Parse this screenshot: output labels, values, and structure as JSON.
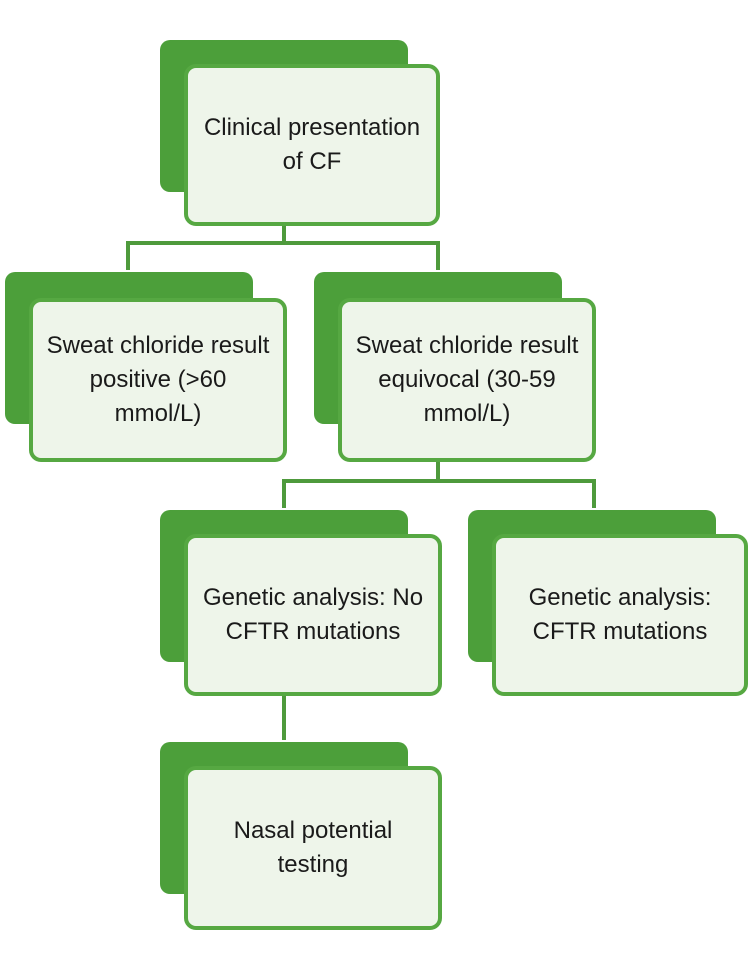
{
  "colors": {
    "accent": "#4c9f3a",
    "box_fill": "#eef5ea",
    "border": "#56a842",
    "connector": "#4e9a3c"
  },
  "nodes": {
    "clinical": {
      "label": "Clinical presentation of CF"
    },
    "sweat_positive": {
      "label": "Sweat chloride result positive (>60 mmol/L)"
    },
    "sweat_equivocal": {
      "label": "Sweat chloride result equivocal (30-59 mmol/L)"
    },
    "genetic_no": {
      "label": "Genetic analysis: No CFTR mutations"
    },
    "genetic_yes": {
      "label": "Genetic analysis: CFTR mutations"
    },
    "nasal": {
      "label": "Nasal potential testing"
    }
  }
}
